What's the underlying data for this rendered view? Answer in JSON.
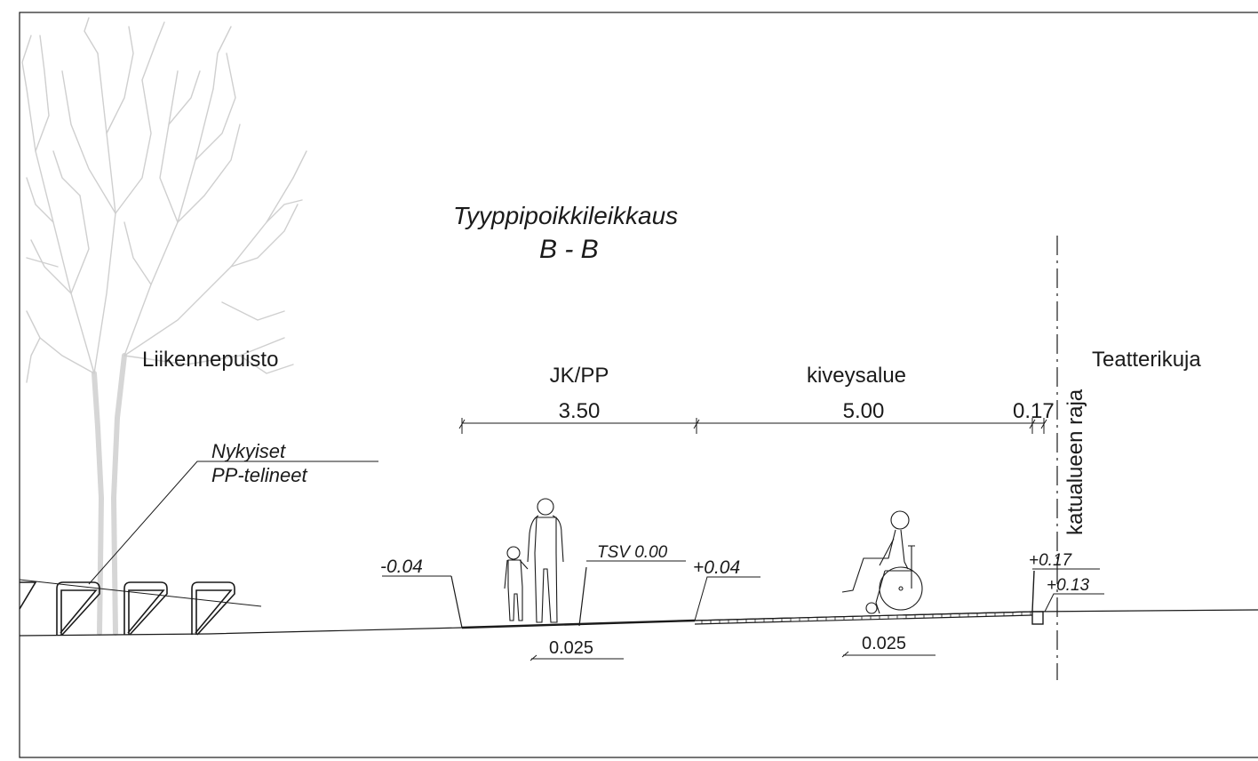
{
  "title": "Tyyppipoikkileikkaus",
  "section_id": "B - B",
  "labels": {
    "left_area": "Liikennepuisto",
    "right_area": "Teatterikuja",
    "boundary": "katualueen raja",
    "bike_racks_line1": "Nykyiset",
    "bike_racks_line2": "PP-telineet"
  },
  "zones": [
    {
      "name": "JK/PP",
      "width": "3.50"
    },
    {
      "name": "kiveysalue",
      "width": "5.00"
    },
    {
      "name": "",
      "width": "0.17"
    }
  ],
  "levels": {
    "left_edge": "-0.04",
    "reference": "TSV 0.00",
    "middle": "+0.04",
    "curb_top": "+0.17",
    "curb_bottom": "+0.13"
  },
  "slopes": [
    "0.025",
    "0.025"
  ],
  "icons": [
    "tree-icon",
    "bike-rack-icon",
    "pedestrian-adult-icon",
    "pedestrian-child-icon",
    "wheelchair-user-icon"
  ]
}
